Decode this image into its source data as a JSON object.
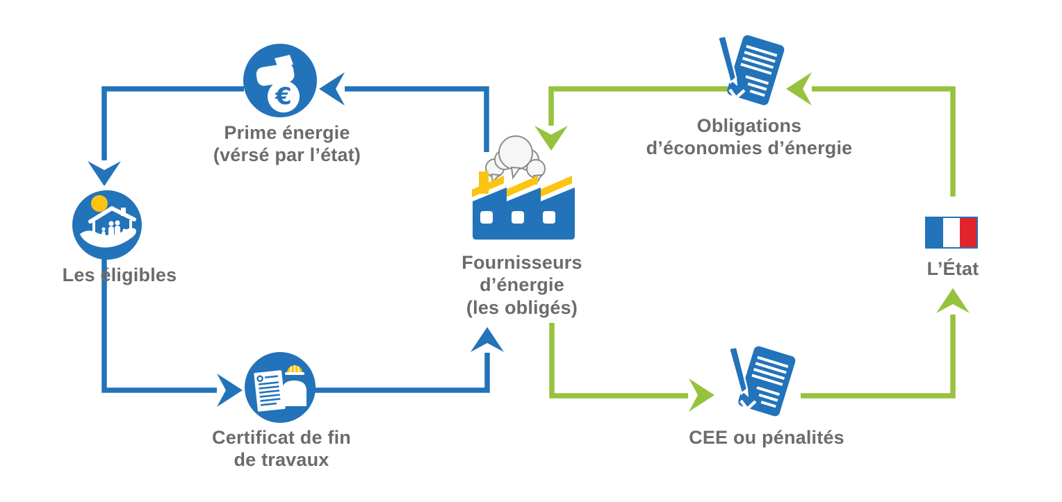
{
  "diagram": {
    "background": "#ffffff",
    "colors": {
      "blue": "#2273b9",
      "green": "#97c23d",
      "yellow": "#fcc411",
      "text_gray": "#6b6b6e",
      "flag_red": "#e1242c",
      "cloud_outline": "#8b8b8b"
    }
  },
  "nodes": {
    "prime": {
      "label": "Prime énergie\n(vérsé par l’état)",
      "icon": "money-hand-icon"
    },
    "eligibles": {
      "label": "Les éligibles",
      "icon": "house-family-hand-icon"
    },
    "certificat": {
      "label": "Certificat de fin\nde travaux",
      "icon": "certificate-worker-icon"
    },
    "fournisseurs": {
      "label": "Fournisseurs\nd’énergie\n(les obligés)",
      "icon": "factory-icon"
    },
    "obligations": {
      "label": "Obligations\nd’économies d’énergie",
      "icon": "document-pen-icon"
    },
    "cee": {
      "label": "CEE ou pénalités",
      "icon": "document-pen-icon"
    },
    "etat": {
      "label": "L’État",
      "icon": "french-flag-icon"
    }
  },
  "flows": {
    "blue_cycle": [
      "fournisseurs -> prime",
      "prime -> eligibles",
      "eligibles -> certificat",
      "certificat -> fournisseurs"
    ],
    "green_cycle": [
      "etat -> obligations",
      "obligations -> fournisseurs",
      "fournisseurs -> cee",
      "cee -> etat"
    ]
  }
}
